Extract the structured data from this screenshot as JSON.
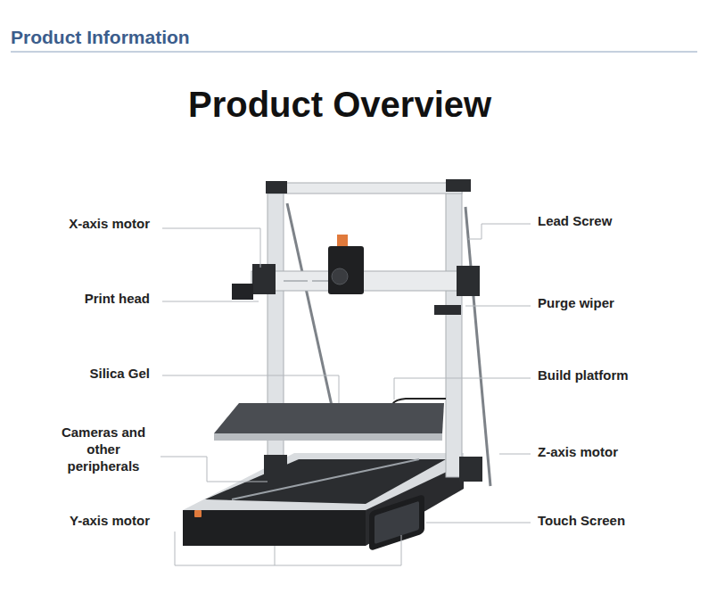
{
  "diagram": {
    "title": "Product Overview",
    "labels": [
      "Product Information",
      "X-axis motor",
      "Print head",
      "Silica Gel",
      "Cameras and other peripherals",
      "Y-axis motor",
      "Lead Screw",
      "Purge wiper",
      "Build platform",
      "Z-axis motor",
      "Touch Screen"
    ]
  }
}
